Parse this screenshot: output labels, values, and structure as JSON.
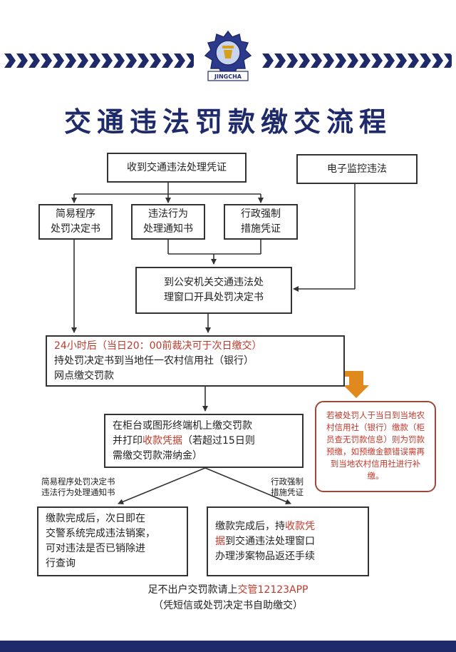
{
  "header": {
    "emblem_text": "JINGCHA",
    "title": "交通违法罚款缴交流程"
  },
  "flow": {
    "top_left": "收到交通违法处理凭证",
    "top_right": "电子监控违法",
    "doc1_line1": "简易程序",
    "doc1_line2": "处罚决定书",
    "doc2_line1": "违法行为",
    "doc2_line2": "处理通知书",
    "doc3_line1": "行政强制",
    "doc3_line2": "措施凭证",
    "police_line1": "到公安机关交通违法处",
    "police_line2": "理窗口开具处罚决定书",
    "h24_red": "24小时后（当日20：00前裁决可于次日缴交）",
    "h24_line2": "持处罚决定书到当地任一农村信用社（银行）",
    "h24_line3": "网点缴交罚款",
    "pay_line1": "在柜台或图形终端机上缴交罚款",
    "pay_line2_pre": "并打印",
    "pay_line2_red": "收款凭据",
    "pay_line2_post": "（若超过15日则",
    "pay_line3": "需缴交罚款滞纳金）",
    "label_left_1": "简易程序处罚决定书",
    "label_left_2": "违法行为处理通知书",
    "label_right_1": "行政强制",
    "label_right_2": "措施凭证",
    "done_left_1": "缴款完成后，次日即在",
    "done_left_2": "交警系统完成违法销案，",
    "done_left_3": "可对违法是否已销除进",
    "done_left_4": "行查询",
    "done_right_1_pre": "缴款完成后，持",
    "done_right_1_red": "收款凭",
    "done_right_2_red": "据",
    "done_right_2_post": "到交通违法处理窗口",
    "done_right_3": "办理涉案物品返还手续",
    "note": "若被处罚人于当日到当地农村信用社（银行）缴款（柜员查无罚款信息）则为罚款预缴，如预缴金额错误需再到当地农村信用社进行补缴。"
  },
  "footer": {
    "line1_pre": "足不出户交罚款请上",
    "line1_red": "交管12123APP",
    "line2": "（凭短信或处罚决定书自助缴交）"
  },
  "colors": {
    "navy": "#1f2a6b",
    "red": "#c0392b",
    "orange": "#e08a1e"
  }
}
